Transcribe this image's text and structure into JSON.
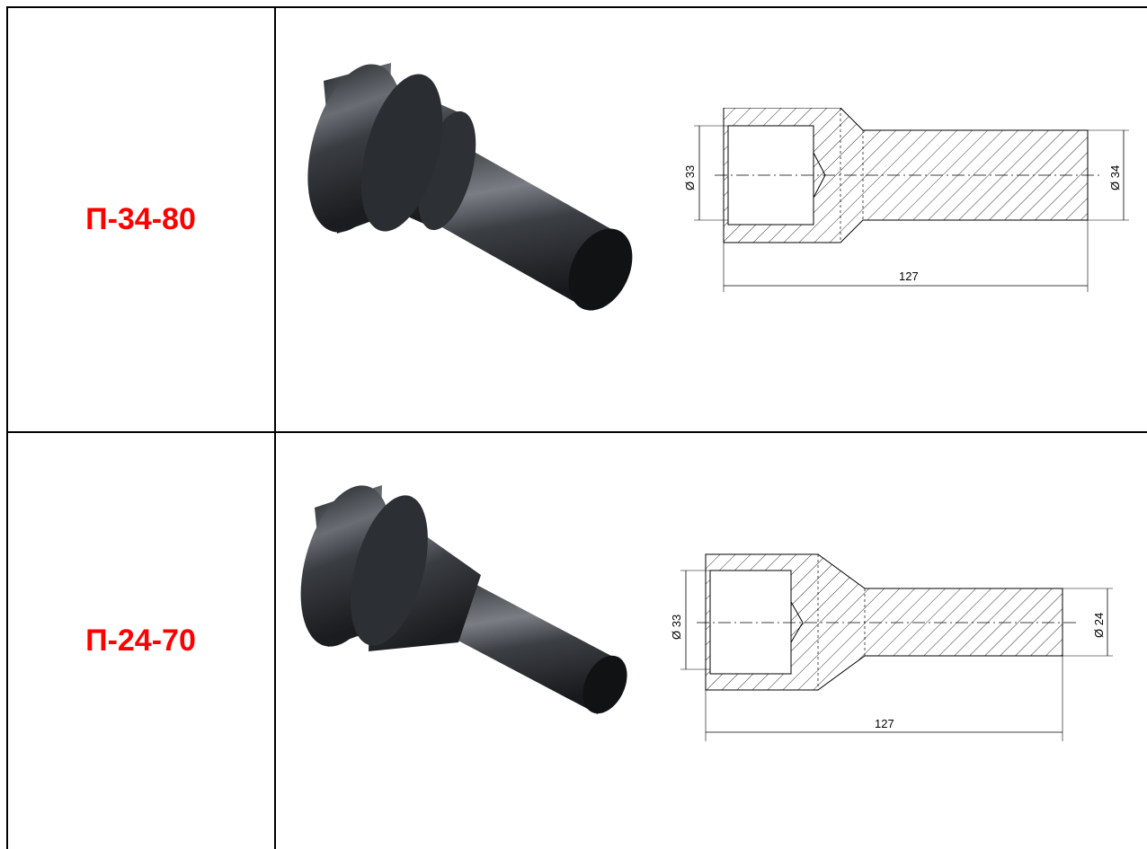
{
  "rows": [
    {
      "code": "П-34-80",
      "dims": {
        "inner_diameter": "Ø 33",
        "outer_diameter": "Ø 34",
        "length": "127"
      }
    },
    {
      "code": "П-24-70",
      "dims": {
        "inner_diameter": "Ø 33",
        "outer_diameter": "Ø 24",
        "length": "127"
      }
    }
  ],
  "colors": {
    "code_text": "#ff0000",
    "part_body": "#3a3d42",
    "line": "#000000"
  }
}
